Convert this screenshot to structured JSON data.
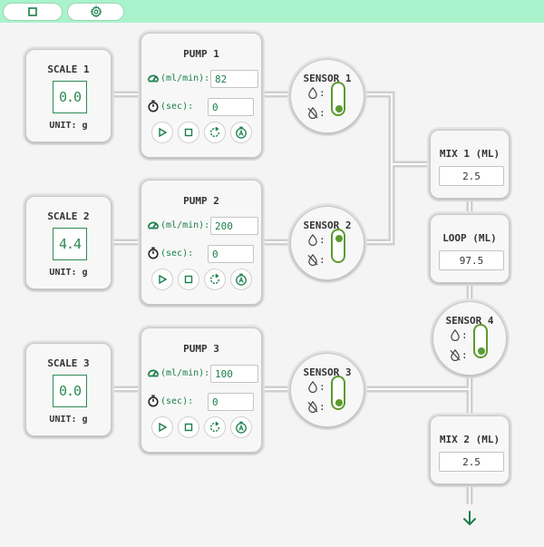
{
  "toolbar": {
    "square_icon": "square-icon",
    "gear_icon": "gear-icon"
  },
  "scales": [
    {
      "title": "SCALE 1",
      "value": "0.0",
      "unit": "UNIT: g"
    },
    {
      "title": "SCALE 2",
      "value": "4.4",
      "unit": "UNIT: g"
    },
    {
      "title": "SCALE 3",
      "value": "0.0",
      "unit": "UNIT: g"
    }
  ],
  "pumps": [
    {
      "title": "PUMP 1",
      "rate_label": "(ml/min):",
      "rate": "82",
      "time_label": "(sec):",
      "time": "0"
    },
    {
      "title": "PUMP 2",
      "rate_label": "(ml/min):",
      "rate": "200",
      "time_label": "(sec):",
      "time": "0"
    },
    {
      "title": "PUMP 3",
      "rate_label": "(ml/min):",
      "rate": "100",
      "time_label": "(sec):",
      "time": "0"
    }
  ],
  "sensors": [
    {
      "title": "SENSOR 1",
      "state": "dry"
    },
    {
      "title": "SENSOR 2",
      "state": "wet"
    },
    {
      "title": "SENSOR 3",
      "state": "dry"
    },
    {
      "title": "SENSOR 4",
      "state": "dry"
    }
  ],
  "mixes": [
    {
      "title": "MIX 1 (ML)",
      "value": "2.5"
    },
    {
      "title": "LOOP (ML)",
      "value": "97.5"
    },
    {
      "title": "MIX 2 (ML)",
      "value": "2.5"
    }
  ],
  "sensor_colon": ":",
  "colors": {
    "accent": "#1a7f4b",
    "toggle": "#5c9a31",
    "topbar": "#a8f3cc"
  }
}
